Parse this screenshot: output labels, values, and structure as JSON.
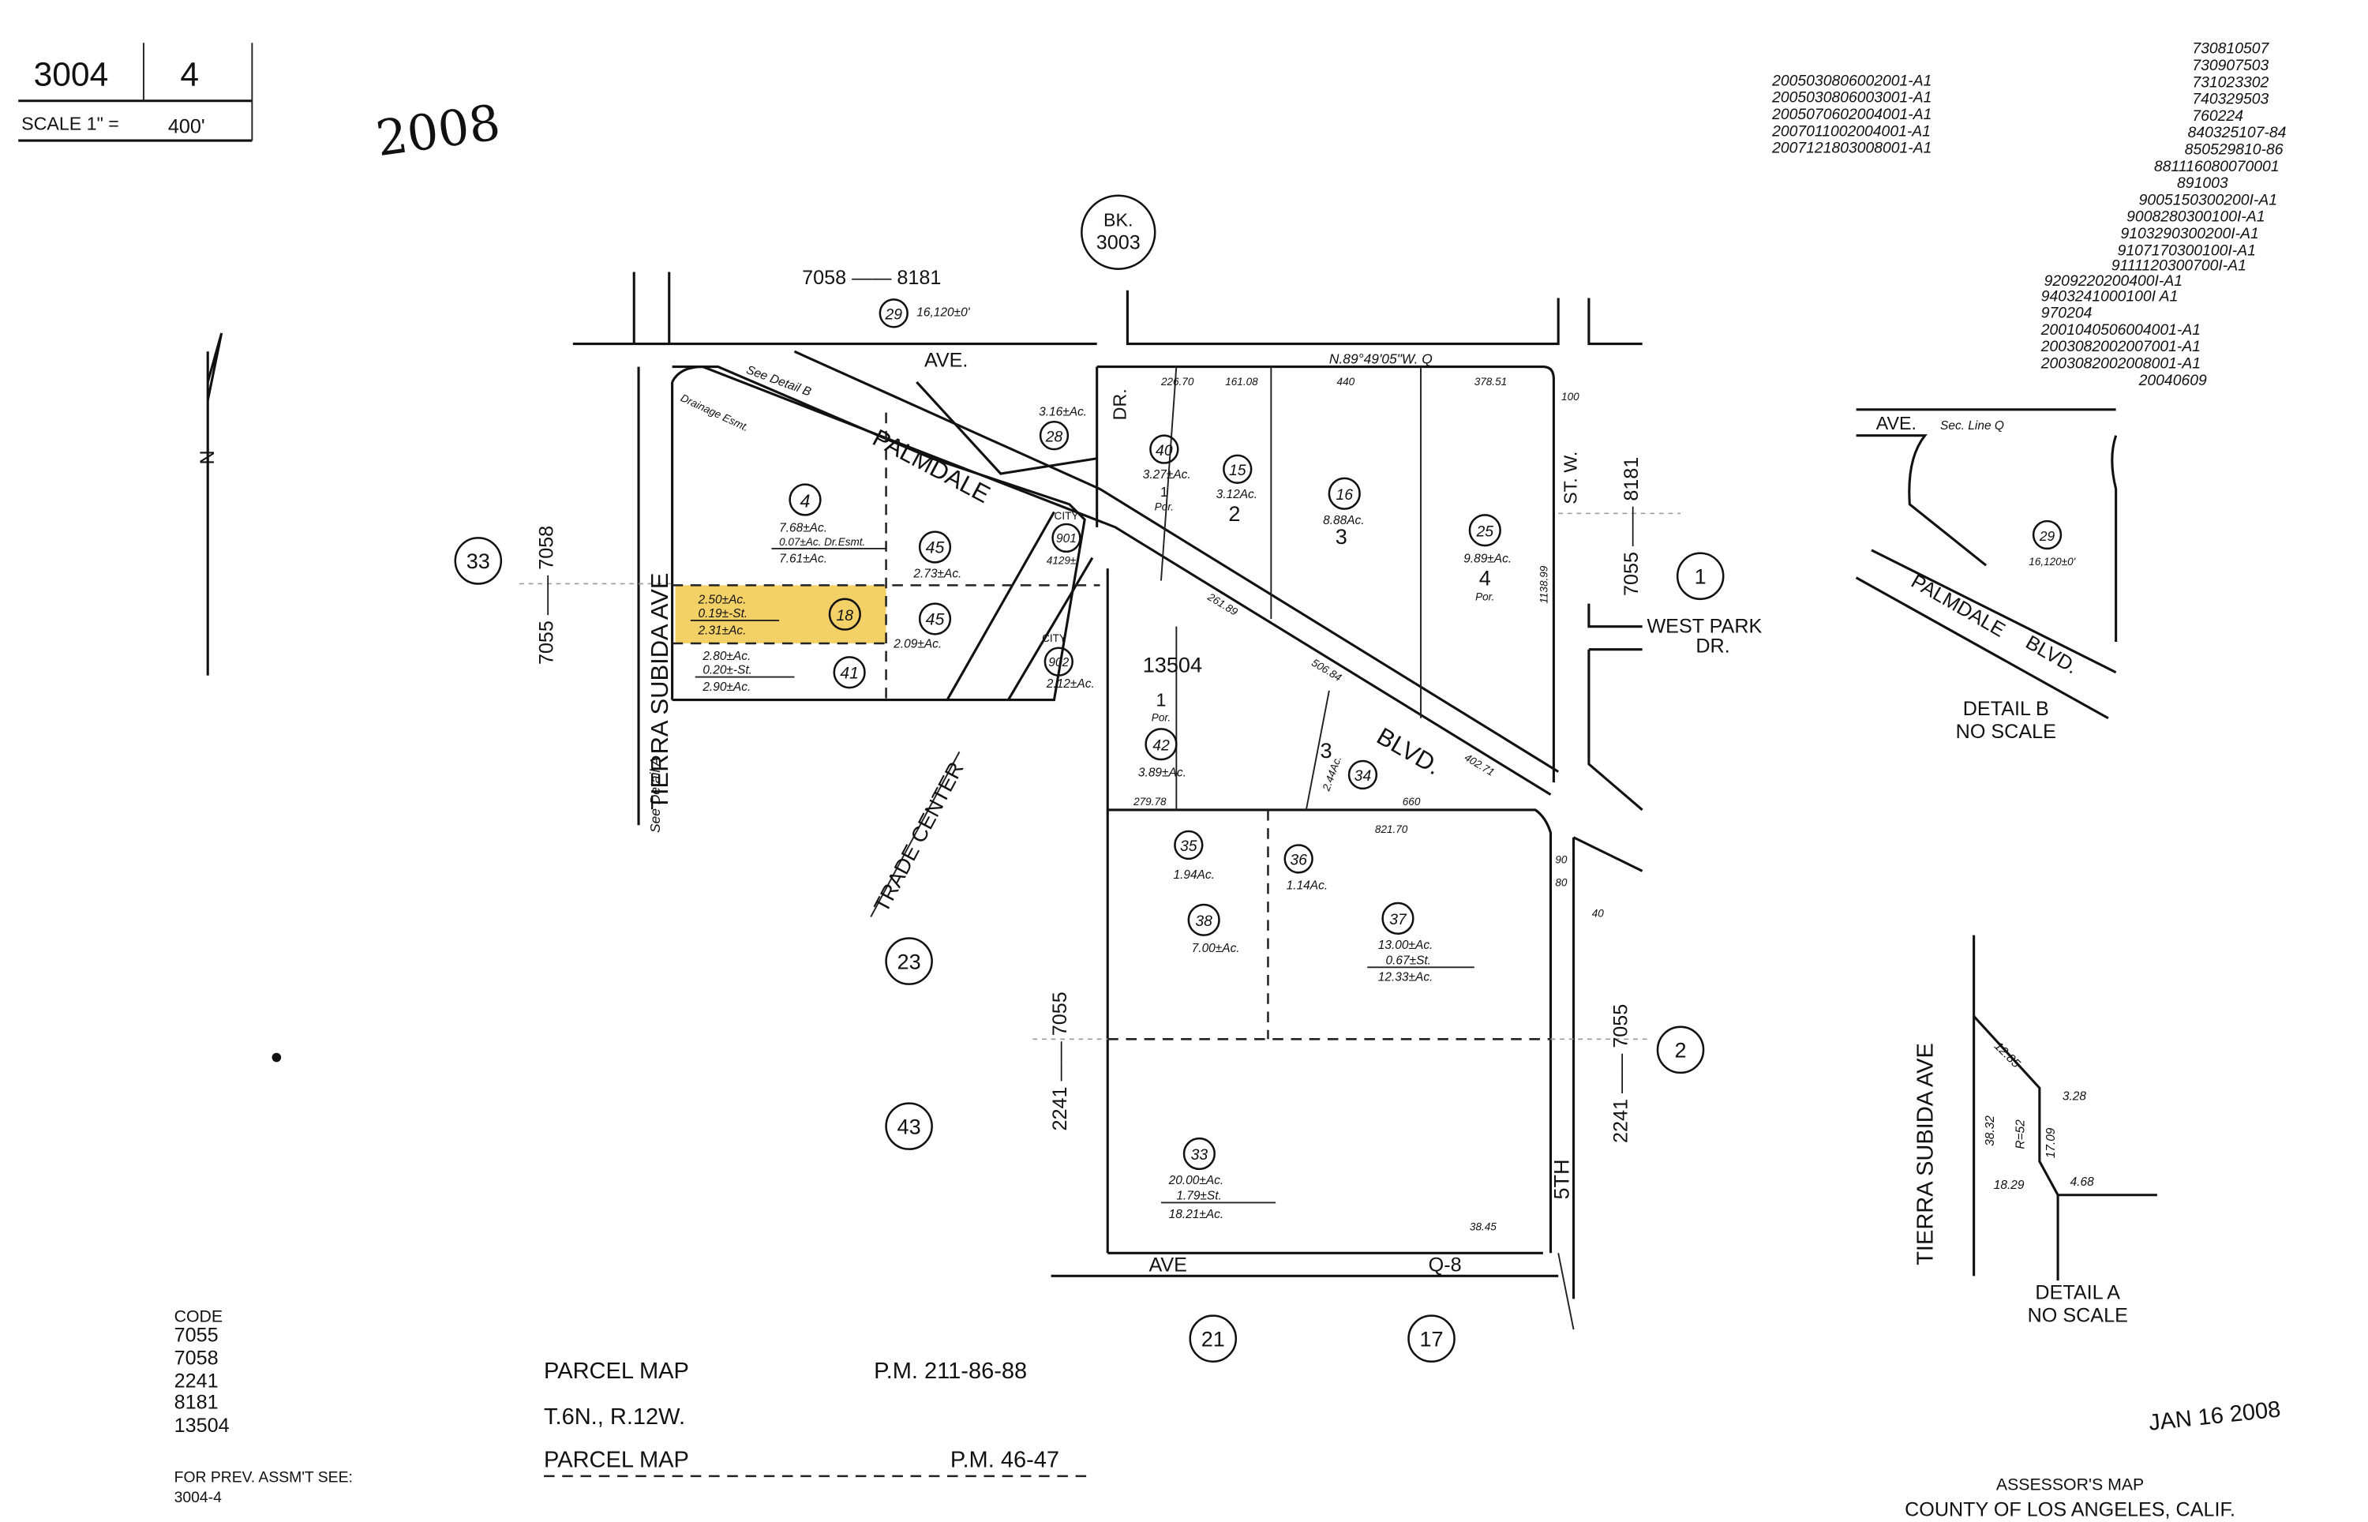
{
  "header": {
    "book": "3004",
    "page": "4",
    "scale_label": "SCALE 1\" =",
    "scale_value": "400'",
    "year_stamp": "2008"
  },
  "book_ref": {
    "line1": "BK.",
    "line2": "3003"
  },
  "document_numbers_left": [
    "2005030806002001-A1",
    "2005030806003001-A1",
    "2005070602004001-A1",
    "2007011002004001-A1",
    "2007121803008001-A1"
  ],
  "document_numbers_right": [
    "730810507",
    "730907503",
    "731023302",
    "740329503",
    "760224",
    "840325107-84",
    "850529810-86",
    "881116080070001",
    "891003",
    "9005150300200I-A1",
    "9008280300100I-A1",
    "9103290300200I-A1",
    "9107170300100I-A1",
    "9111120300700I-A1",
    "9209220200400I-A1",
    "9403241000100I A1",
    "970204",
    "2001040506004001-A1",
    "2003082002007001-A1",
    "2003082002008001-A1",
    "20040609"
  ],
  "roads": {
    "palmdale_ave": "AVE.",
    "palmdale_ave_bearing": "N.89°49'05\"W.  Q",
    "palmdale_blvd_1": "PALMDALE",
    "palmdale_blvd_2": "BLVD.",
    "tierra_subida": "TIERRA SUBIDA AVE",
    "trade_center": "TRADE CENTER",
    "trade_center_dr": "DR.",
    "st_w": "ST. W.",
    "west_park": "WEST PARK",
    "west_park_dr": "DR.",
    "fifth_st": "5TH",
    "ave_q8_left": "AVE",
    "ave_q8_right": "Q-8",
    "see_detail_a": "See Detail A",
    "see_detail_b": "See Detail B",
    "drainage": "Drainage Esmt."
  },
  "code_lines": {
    "top": "7058 —— 8181",
    "left_vertical": "7055 —— 7058",
    "right_vertical": "7055 —— 8181",
    "mid_vertical": "2241 —— 7055",
    "east_vertical": "2241 —— 7055",
    "tra_13504": "13504"
  },
  "north_arrow": "N",
  "parcels": [
    {
      "num": "29",
      "area": "16,120±0'"
    },
    {
      "num": "28",
      "area": "3.16±Ac."
    },
    {
      "num": "4",
      "area": "7.68±Ac.",
      "less": "0.07±Ac. Dr.Esmt.",
      "net": "7.61±Ac."
    },
    {
      "num": "45",
      "area": "2.73±Ac."
    },
    {
      "num": "18",
      "area": "2.50±Ac.",
      "less": "0.19±-St.",
      "net": "2.31±Ac.",
      "highlight": true
    },
    {
      "num": "45",
      "area": "2.09±Ac."
    },
    {
      "num": "41",
      "area": "2.80±Ac.",
      "less": "0.20±-St.",
      "net": "2.90±Ac."
    },
    {
      "num": "901",
      "area": "4129±'",
      "note": "CITY"
    },
    {
      "num": "902",
      "area": "2.12±Ac.",
      "note": "CITY"
    },
    {
      "num": "40",
      "area": "3.27±Ac.",
      "lot": "1",
      "por": "Por."
    },
    {
      "num": "15",
      "area": "3.12Ac.",
      "lot": "2"
    },
    {
      "num": "16",
      "area": "8.88Ac.",
      "lot": "3"
    },
    {
      "num": "25",
      "area": "9.89±Ac.",
      "lot": "4",
      "por": "Por."
    },
    {
      "num": "42",
      "area": "3.89±Ac.",
      "lot": "1",
      "por": "Por."
    },
    {
      "num": "34",
      "area": "2.44Ac.",
      "lot": "3"
    },
    {
      "num": "35",
      "area": "1.94Ac."
    },
    {
      "num": "36",
      "area": "1.14Ac."
    },
    {
      "num": "38",
      "area": "7.00±Ac."
    },
    {
      "num": "37",
      "area": "13.00±Ac.",
      "less": "0.67±St.",
      "net": "12.33±Ac."
    },
    {
      "num": "33",
      "area": "20.00±Ac.",
      "less": "1.79±St.",
      "net": "18.21±Ac."
    }
  ],
  "adjacent_pages": [
    "33",
    "1",
    "23",
    "43",
    "2",
    "21",
    "17"
  ],
  "dimensions": {
    "d1": "226.70",
    "d2": "161.08",
    "d3": "440",
    "d4": "378.51",
    "d5": "1138.99",
    "d6": "506.84",
    "d7": "402.71",
    "d8": "821.70",
    "d9": "279.78",
    "d10": "660",
    "d11": "261.89",
    "d12": "38.45",
    "d13": "100",
    "d14": "90",
    "d15": "80",
    "d16": "40"
  },
  "detail_b": {
    "title": "DETAIL B",
    "subtitle": "NO SCALE",
    "ave": "AVE.",
    "sec_line": "Sec. Line  Q",
    "road1": "PALMDALE",
    "road2": "BLVD.",
    "parcel": "29",
    "area": "16,120±0'"
  },
  "detail_a": {
    "title": "DETAIL A",
    "subtitle": "NO SCALE",
    "road": "TIERRA SUBIDA AVE",
    "d1": "12.85",
    "d2": "3.28",
    "d3": "38.32",
    "d4": "R=52",
    "d5": "17.09",
    "d6": "18.29",
    "d7": "4.68"
  },
  "code_block": {
    "title": "CODE",
    "codes": [
      "7055",
      "7058",
      "2241",
      "8181",
      "13504"
    ]
  },
  "prev_assessment": {
    "label": "FOR PREV. ASSM'T SEE:",
    "ref": "3004-4"
  },
  "references": {
    "line1_label": "PARCEL MAP",
    "line1_ref": "P.M. 211-86-88",
    "line2": "T.6N., R.12W.",
    "line3_label": "PARCEL MAP",
    "line3_ref": "P.M. 46-47"
  },
  "date_stamp": "JAN 16 2008",
  "footer": {
    "line1": "ASSESSOR'S MAP",
    "line2": "COUNTY OF LOS ANGELES, CALIF."
  },
  "colors": {
    "highlight": "#f2c94c",
    "ink": "#111111"
  }
}
